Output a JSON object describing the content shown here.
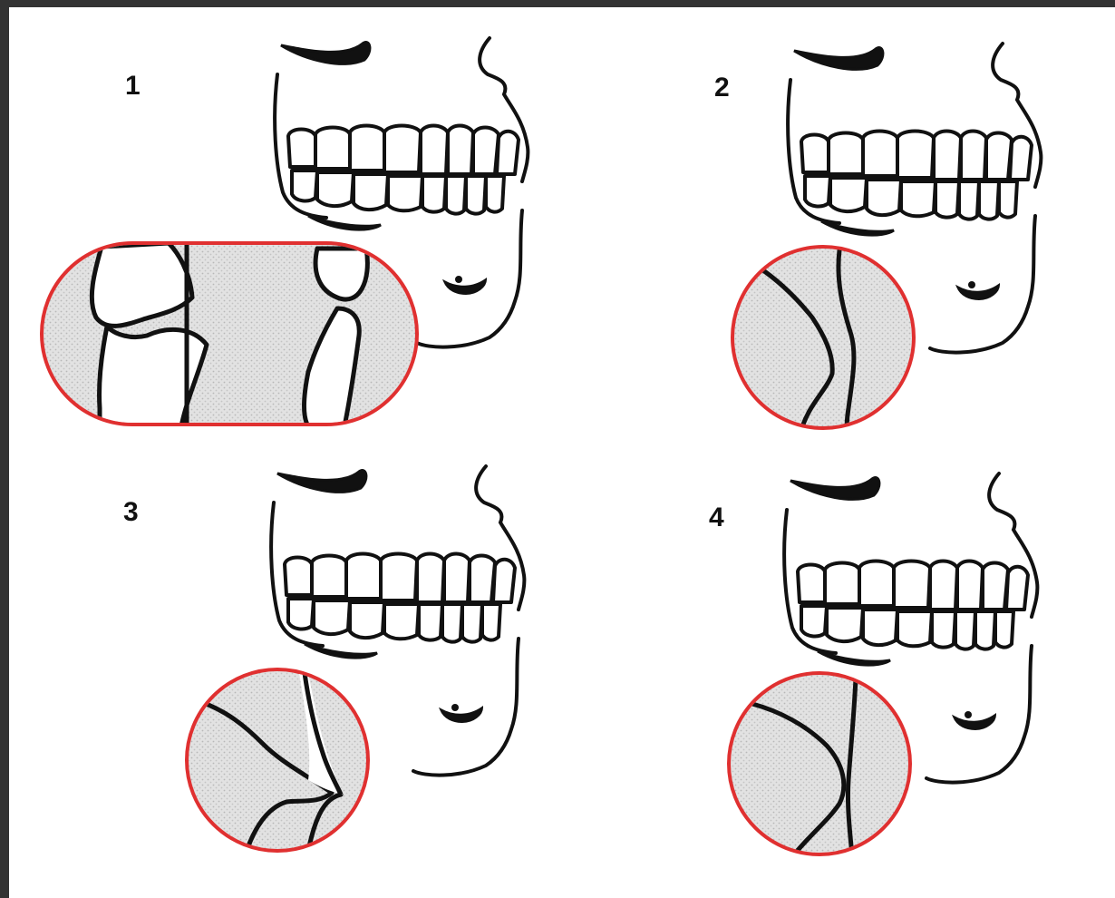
{
  "panels": [
    {
      "label": "1"
    },
    {
      "label": "2"
    },
    {
      "label": "3"
    },
    {
      "label": "4"
    }
  ],
  "colors": {
    "line": "#111111",
    "lens_border": "#e03030",
    "lens_fill": "#dcdcdc",
    "background": "#ffffff",
    "frame": "#333333"
  }
}
